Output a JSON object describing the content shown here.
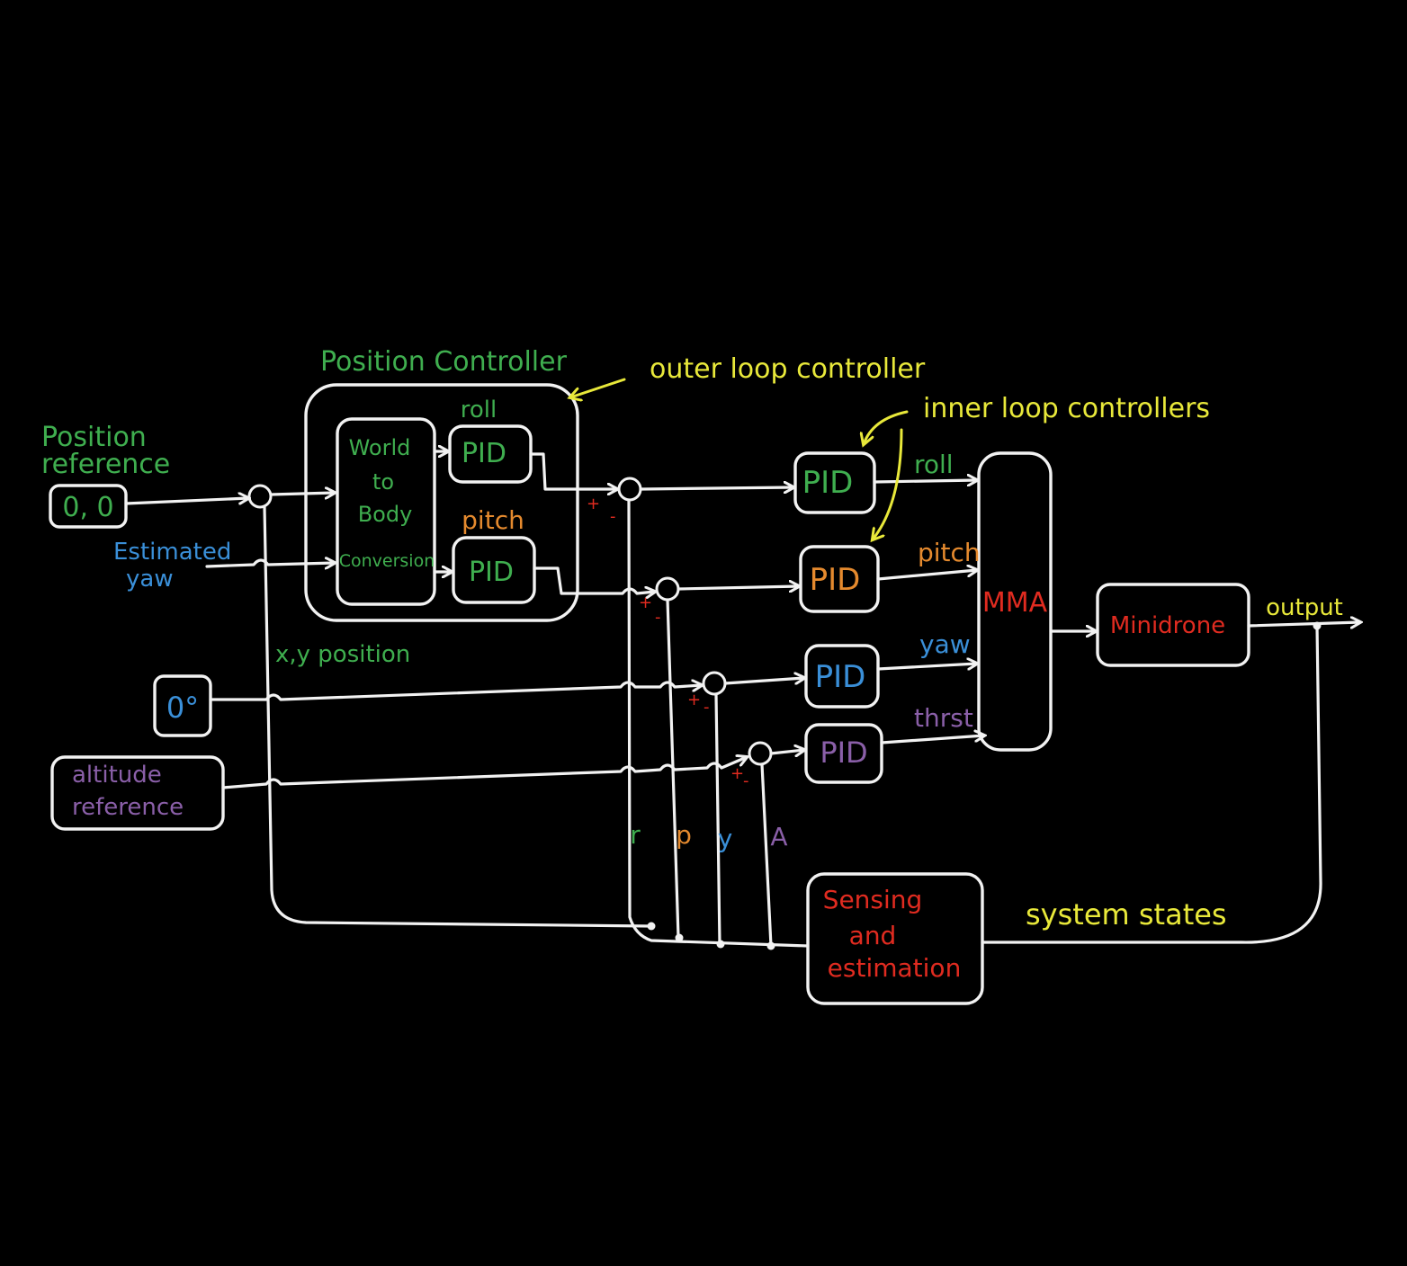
{
  "colors": {
    "background": "#000000",
    "line": "#f2f2f2",
    "green": "#3fae4f",
    "orange": "#e58a2e",
    "blue": "#3a8fd8",
    "purple": "#8a5fa8",
    "red": "#e02b20",
    "yellow": "#e8e83a"
  },
  "labels": {
    "position_controller": "Position Controller",
    "outer_loop": "outer loop controller",
    "inner_loop": "inner loop controllers",
    "position_reference": [
      "Position",
      "reference"
    ],
    "position_reference_value": "0, 0",
    "estimated_yaw": [
      "Estimated",
      "yaw"
    ],
    "world_to_body": [
      "World",
      "to",
      "Body",
      "Conversion"
    ],
    "roll": "roll",
    "pitch": "pitch",
    "yaw": "yaw",
    "thrust": "thrst",
    "pid": "PID",
    "xy_position": "x,y position",
    "yaw_reference": "0°",
    "altitude_reference": [
      "altitude",
      "reference"
    ],
    "mma": "MMA",
    "minidrone": "Minidrone",
    "output": "output",
    "sensing": [
      "Sensing",
      "and",
      "estimation"
    ],
    "system_states": "system states",
    "feedback_taps": [
      "r",
      "p",
      "y",
      "A"
    ],
    "plus": "+",
    "minus": "-"
  }
}
